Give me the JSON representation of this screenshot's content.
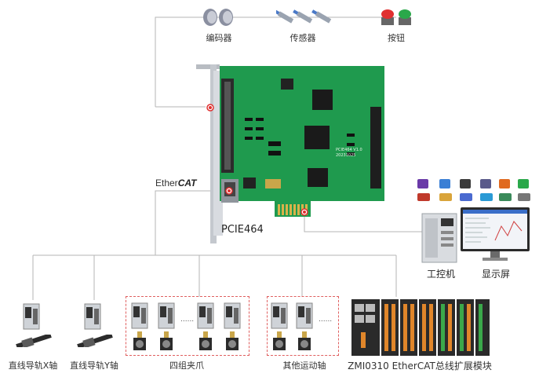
{
  "top_devices": {
    "encoder_label": "编码器",
    "sensor_label": "传感器",
    "button_label": "按钮"
  },
  "card": {
    "model_label": "PCIE464",
    "silk_model": "PCIE464 V1.0",
    "silk_date": "20231025",
    "bus_brand_prefix": "Ether",
    "bus_brand_suffix": "CAT"
  },
  "pc": {
    "ipc_label": "工控机",
    "monitor_label": "显示屏"
  },
  "bottom_devices": {
    "x_axis_label": "直线导轨X轴",
    "y_axis_label": "直线导轨Y轴",
    "gripper_label": "四组夹爪",
    "other_axes_label": "其他运动轴",
    "io_module_label": "ZMI0310 EtherCAT总线扩展模块",
    "ellipsis": "......"
  },
  "colors": {
    "pcb_green": "#1f9a4e",
    "wire": "#aaaaaa",
    "dash_border": "#e06060",
    "connector_red": "#e03030"
  }
}
